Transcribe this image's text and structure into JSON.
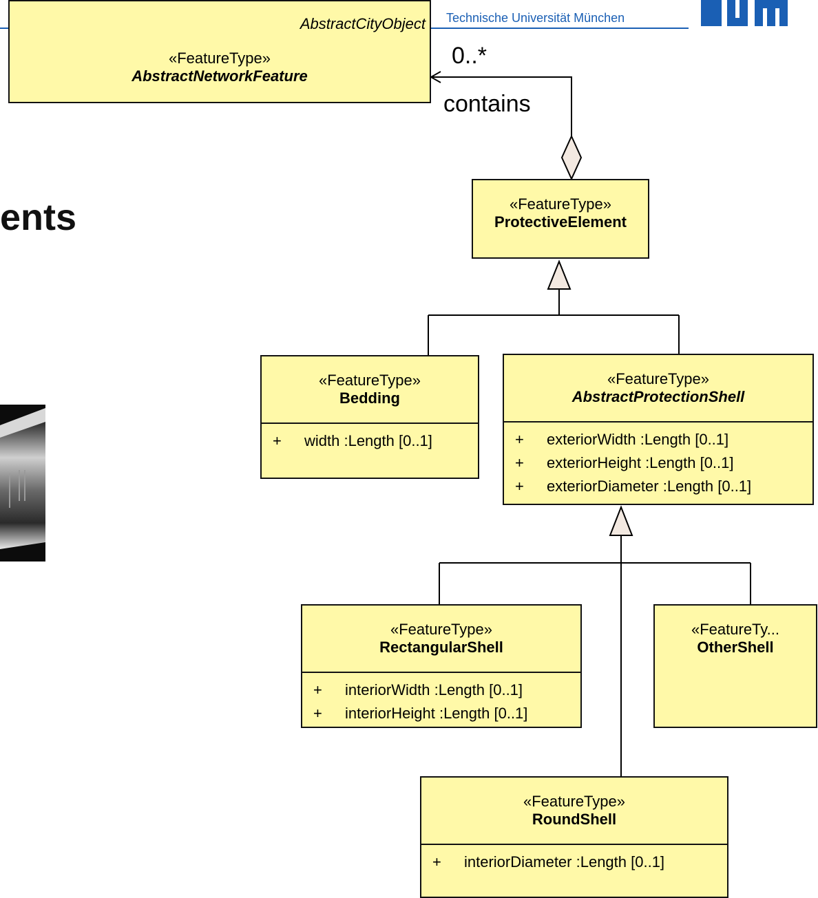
{
  "header": {
    "institution": "Technische Universität München",
    "logo_icon": "tum-logo",
    "accent_color": "#1a5fb4"
  },
  "slide": {
    "title_fragment": "ents"
  },
  "diagram": {
    "network_feature": {
      "parent": "AbstractCityObject",
      "stereotype": "«FeatureType»",
      "name": "AbstractNetworkFeature"
    },
    "association": {
      "multiplicity": "0..*",
      "role": "contains"
    },
    "protective_element": {
      "stereotype": "«FeatureType»",
      "name": "ProtectiveElement"
    },
    "bedding": {
      "stereotype": "«FeatureType»",
      "name": "Bedding",
      "attributes": [
        {
          "vis": "+",
          "text": "width  :Length [0..1]"
        }
      ]
    },
    "protection_shell": {
      "stereotype": "«FeatureType»",
      "name": "AbstractProtectionShell",
      "attributes": [
        {
          "vis": "+",
          "text": "exteriorWidth  :Length [0..1]"
        },
        {
          "vis": "+",
          "text": "exteriorHeight  :Length [0..1]"
        },
        {
          "vis": "+",
          "text": "exteriorDiameter  :Length [0..1]"
        }
      ]
    },
    "rectangular_shell": {
      "stereotype": "«FeatureType»",
      "name": "RectangularShell",
      "attributes": [
        {
          "vis": "+",
          "text": "interiorWidth  :Length [0..1]"
        },
        {
          "vis": "+",
          "text": "interiorHeight  :Length [0..1]"
        }
      ]
    },
    "other_shell": {
      "stereotype": "«FeatureTy...",
      "name": "OtherShell"
    },
    "round_shell": {
      "stereotype": "«FeatureType»",
      "name": "RoundShell",
      "attributes": [
        {
          "vis": "+",
          "text": "interiorDiameter  :Length [0..1]"
        }
      ]
    },
    "colors": {
      "class_fill": "#fff9a8",
      "arrow_fill": "#f3e9e1"
    }
  }
}
